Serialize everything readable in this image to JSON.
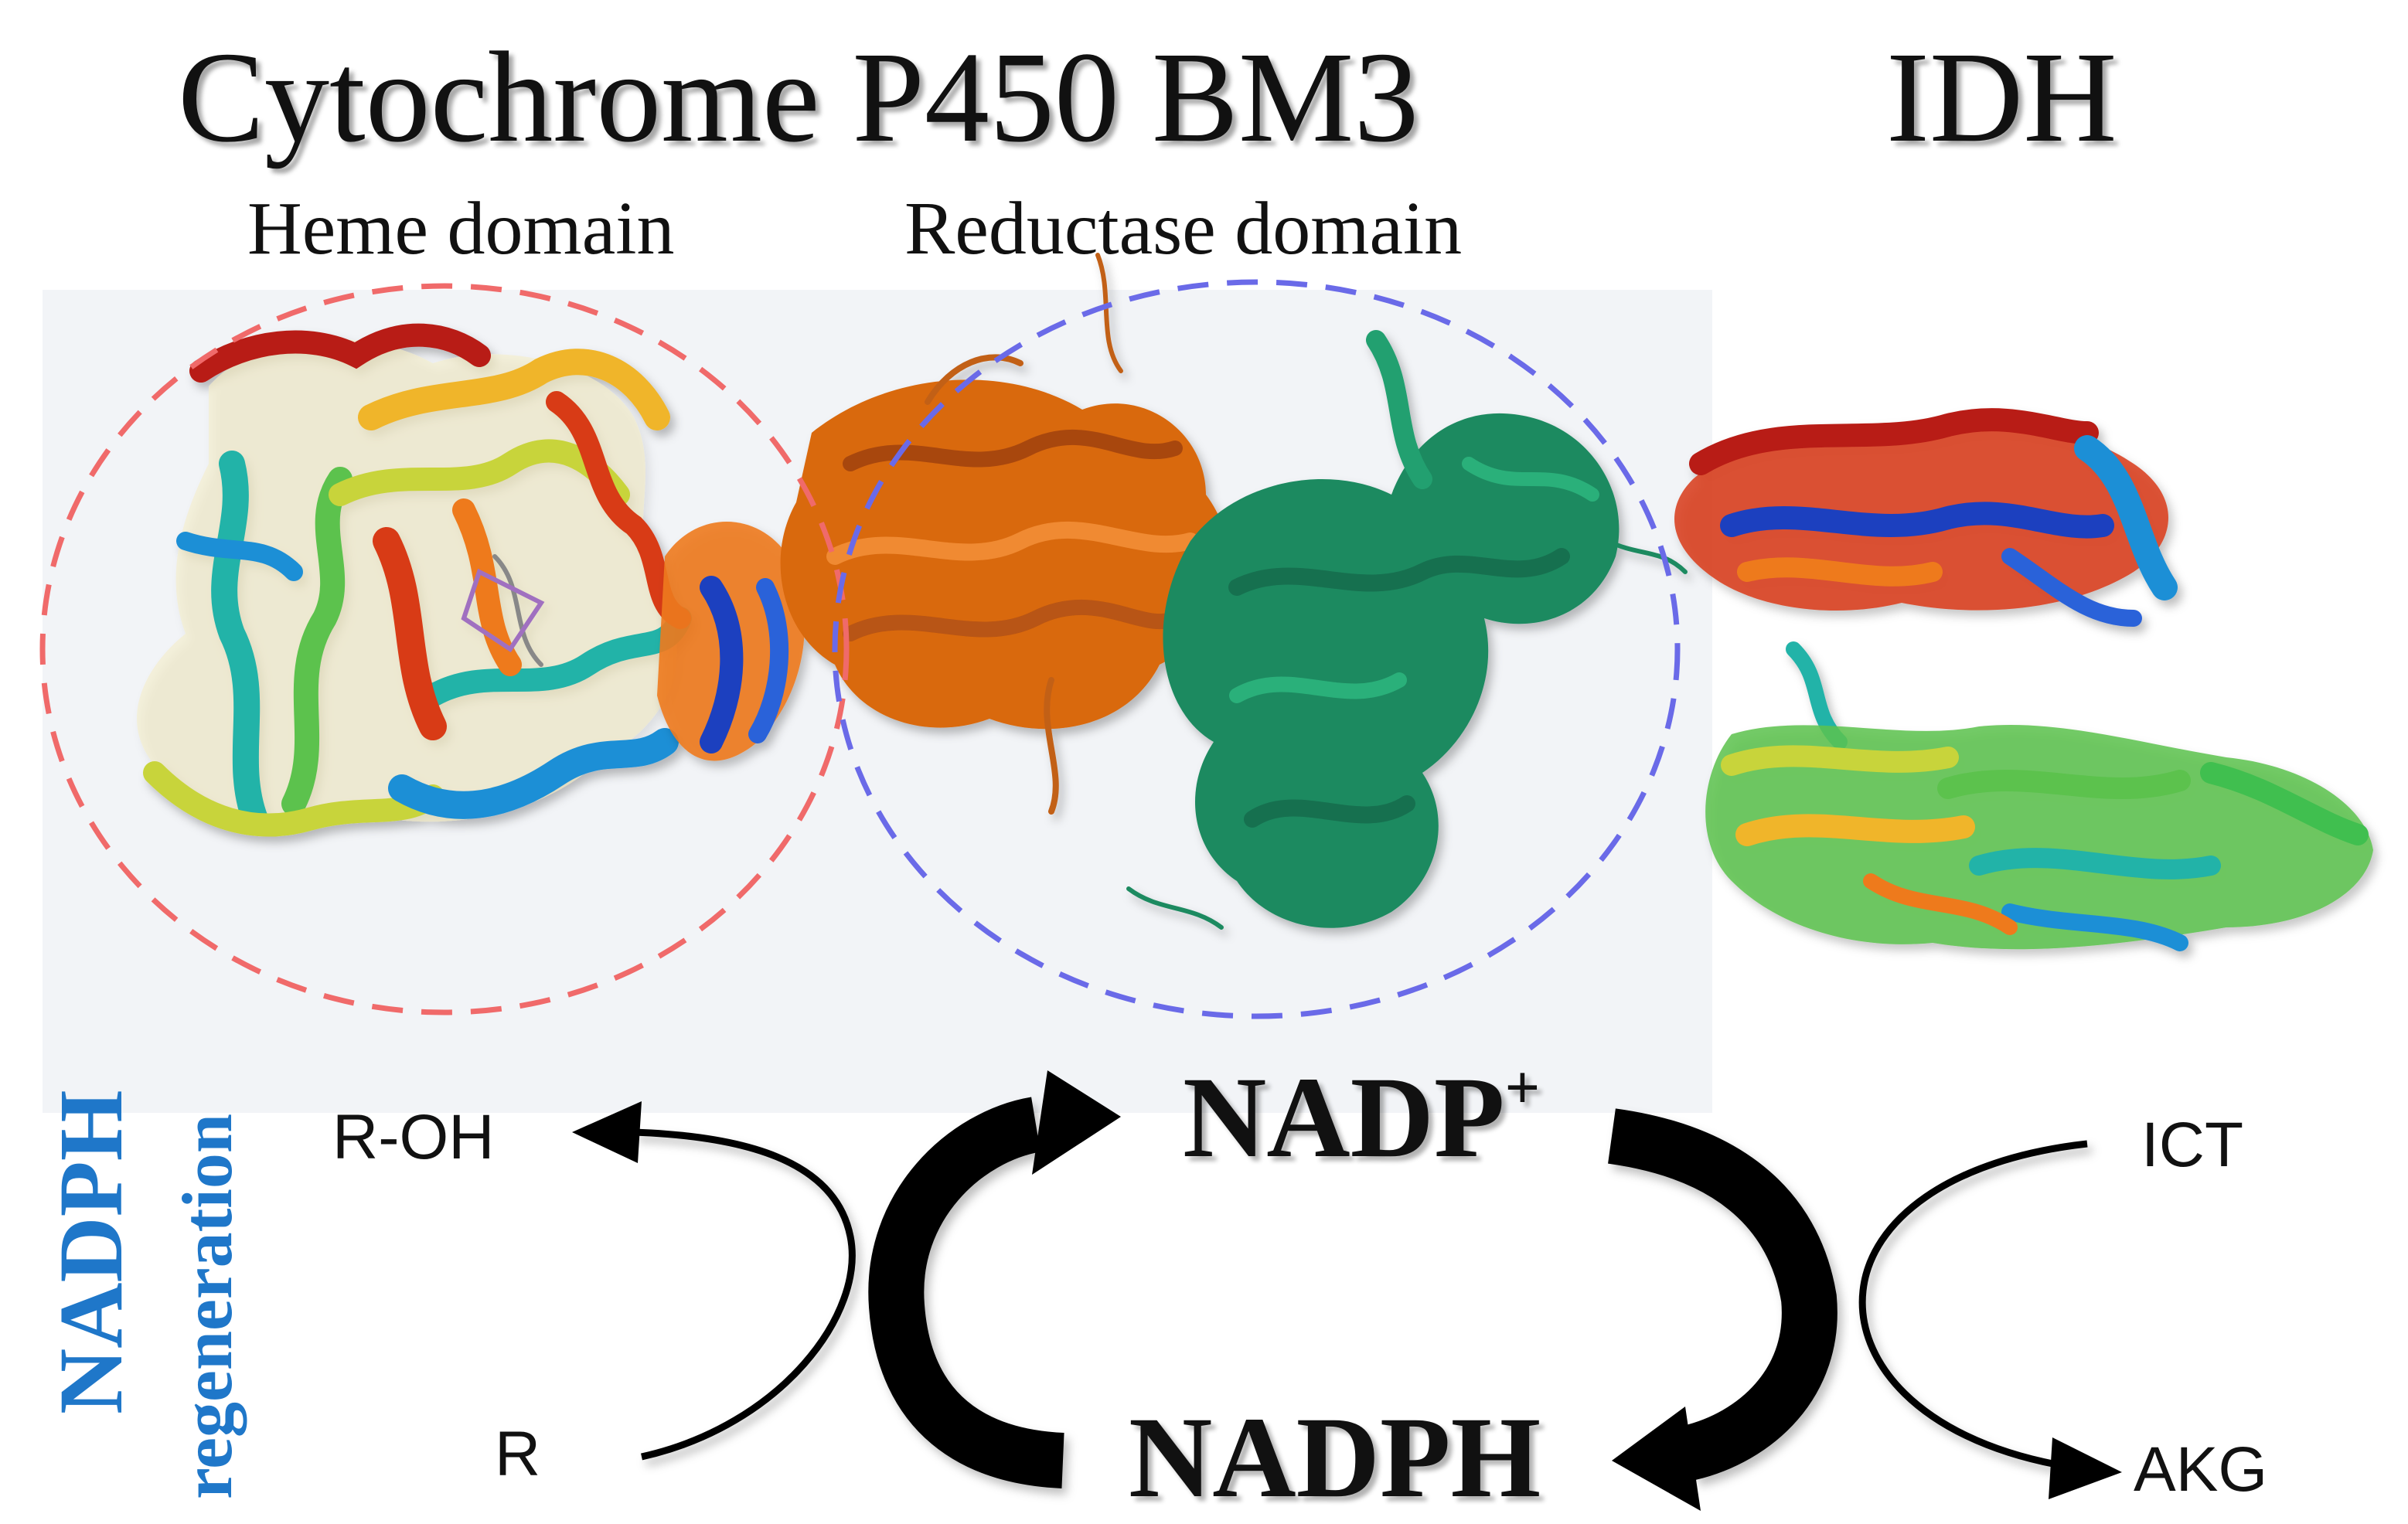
{
  "labels": {
    "title_main": "Cytochrome P450 BM3",
    "title_idh": "IDH",
    "heme_domain": "Heme domain",
    "reductase_domain": "Reductase domain",
    "nadp_plus": "NADP",
    "nadp_plus_sup": "+",
    "nadph": "NADPH",
    "r_oh": "R-OH",
    "r": "R",
    "ict": "ICT",
    "akg": "AKG",
    "side_label_1": "NADPH",
    "side_label_2": "regeneration"
  },
  "colors": {
    "heme_circle": "#f06a6a",
    "reductase_circle": "#6a6ae8",
    "side_label": "#1f77c9",
    "panel_bg": "#f2f4f7",
    "arrow": "#000000",
    "protein_rainbow": [
      "#1f3fbf",
      "#1f8fd6",
      "#21b3a8",
      "#5cc24d",
      "#c8d43a",
      "#f0b52a",
      "#ee7a1e",
      "#d83a18",
      "#b81c12"
    ],
    "protein_orange": "#d9690f",
    "protein_green": "#1f8a60"
  },
  "icons": {
    "heme_domain_structure": "protein-ribbon-icon",
    "reductase_domain_structure": "protein-ribbon-icon",
    "idh_structure": "protein-ribbon-icon"
  }
}
